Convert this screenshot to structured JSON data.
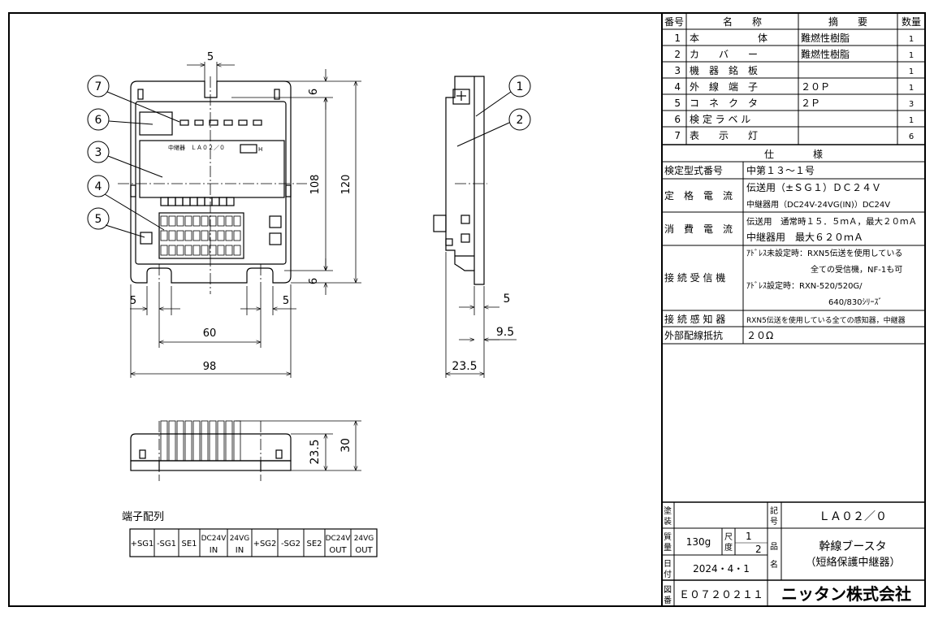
{
  "parts_header": {
    "no": "番号",
    "name": "名　　称",
    "summary": "摘　　要",
    "qty": "数量"
  },
  "parts": [
    {
      "no": "1",
      "name": "本　　　　　　体",
      "summary": "難燃性樹脂",
      "qty": "1"
    },
    {
      "no": "2",
      "name": "カ　　バ　　ー",
      "summary": "難燃性樹脂",
      "qty": "1"
    },
    {
      "no": "3",
      "name": "機　器　銘　板",
      "summary": "",
      "qty": "1"
    },
    {
      "no": "4",
      "name": "外　線　端　子",
      "summary": "２０Ｐ",
      "qty": "1"
    },
    {
      "no": "5",
      "name": "コ　ネ　ク　タ",
      "summary": "２Ｐ",
      "qty": "3"
    },
    {
      "no": "6",
      "name": "検 定 ラ ベ ル",
      "summary": "",
      "qty": "1"
    },
    {
      "no": "7",
      "name": "表　　示　　灯",
      "summary": "",
      "qty": "6"
    }
  ],
  "spec": {
    "header": "仕　　　　様",
    "model_label": "検定型式番号",
    "model_value": "中第１３～１号",
    "current_label": "定　格　電　流",
    "current_line1": "伝送用（±ＳＧ１）ＤＣ２４Ｖ",
    "current_line2": "中継器用（DC24V-24VG(IN)）DC24V",
    "consumption_label": "消　費　電　流",
    "consumption_line1": "伝送用　通常時１５．５ｍＡ，最大２０ｍＡ",
    "consumption_line2": "中継器用　最大６２０ｍＡ",
    "receiver_label": "接 続 受 信 機",
    "receiver_line1": "ｱﾄﾞﾚｽ未設定時：RXN5伝送を使用している",
    "receiver_line2": "全ての受信機，NF-1も可",
    "receiver_line3": "ｱﾄﾞﾚｽ設定時：RXN-520/520G/",
    "receiver_line4": "640/830ｼﾘｰｽﾞ",
    "detector_label": "接 続 感 知 器",
    "detector_value": "RXN5伝送を使用している全ての感知器，中継器",
    "resistance_label": "外部配線抵抗",
    "resistance_value": "２０Ω"
  },
  "title_block": {
    "paint_label": "塗装",
    "mark_label": "記号",
    "model": "ＬＡ０２／０",
    "mass_label": "質量",
    "mass_value": "130g",
    "scale_label": "尺度",
    "scale_num": "1",
    "scale_den": "2",
    "name_label": "品名",
    "product_name": "幹線ブースタ",
    "product_sub": "（短絡保護中継器）",
    "date_label": "日付",
    "date_value": "2024・4・1",
    "drawing_label": "図番",
    "drawing_no": "Ｅ０７２０２１１",
    "company": "ニッタン株式会社"
  },
  "front_view": {
    "plate_text": "中継器　ＬＡ０２／０",
    "badge_text": "H",
    "callouts": [
      "1",
      "2",
      "3",
      "4",
      "5",
      "6",
      "7"
    ]
  },
  "dimensions": {
    "top_gap": "5",
    "top_margin": "6",
    "inner_height": "108",
    "outer_height": "120",
    "bottom_margin": "6",
    "left_gap": "5",
    "right_gap": "5",
    "hole_pitch": "60",
    "width": "98",
    "side_gap": "5",
    "side_inset": "9.5",
    "depth": "23.5",
    "bottom_depth": "23.5",
    "bottom_height": "30"
  },
  "terminals": {
    "title": "端子配列",
    "cells": [
      {
        "l1": "+SG1",
        "l2": ""
      },
      {
        "l1": "-SG1",
        "l2": ""
      },
      {
        "l1": "SE1",
        "l2": ""
      },
      {
        "l1": "DC24V",
        "l2": "IN"
      },
      {
        "l1": "24VG",
        "l2": "IN"
      },
      {
        "l1": "+SG2",
        "l2": ""
      },
      {
        "l1": "-SG2",
        "l2": ""
      },
      {
        "l1": "SE2",
        "l2": ""
      },
      {
        "l1": "DC24V",
        "l2": "OUT"
      },
      {
        "l1": "24VG",
        "l2": "OUT"
      }
    ]
  }
}
